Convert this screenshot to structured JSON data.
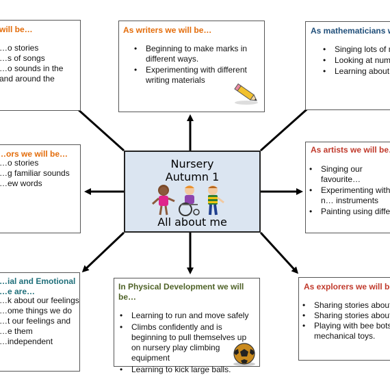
{
  "center": {
    "line1": "Nursery",
    "line2": "Autumn 1",
    "line3": "All about me"
  },
  "boxes": {
    "readers": {
      "title": "…e will be…",
      "items": [
        "…o stories",
        "…s of songs",
        "…o sounds in the",
        "and around the"
      ]
    },
    "writers": {
      "title": "As writers we will be…",
      "items": [
        "Beginning to make marks in different ways.",
        "Experimenting with different writing materials"
      ]
    },
    "math": {
      "title": "As mathematicians we…",
      "items": [
        "Singing lots of n…",
        "Looking at numb…",
        "Learning about…"
      ]
    },
    "communicators": {
      "title": "…ors we will be…",
      "items": [
        "…o stories",
        "…g familiar sounds",
        "…ew words"
      ]
    },
    "artists": {
      "title": "As artists we will be…",
      "items": [
        "Singing our favourite…",
        "Experimenting with n… instruments",
        "Painting using differ…"
      ]
    },
    "pse": {
      "title": "…ial and Emotional",
      "title2": "…e are…",
      "items": [
        "…k about our feelings",
        "…ome things we do",
        "…t our feelings and",
        "…e them",
        "…independent"
      ]
    },
    "physical": {
      "title": "In Physical Development we will be…",
      "items": [
        "Learning to run and move safely",
        "Climbs confidently and is beginning to pull themselves up on nursery play climbing equipment",
        "Learning to kick large balls."
      ]
    },
    "explorers": {
      "title": "As explorers we will be…",
      "items": [
        "Sharing stories about…",
        "Sharing stories about…",
        "Playing with bee bots… mechanical toys."
      ]
    }
  },
  "colors": {
    "orange_title": "#e36c0a",
    "blue_title": "#1f4e79",
    "red_title": "#c0392b",
    "teal_title": "#1f6f7a",
    "green_title": "#4f6228",
    "center_fill": "#dbe5f1"
  },
  "icons": [
    "pencil-icon",
    "football-icon",
    "children-clipart"
  ]
}
